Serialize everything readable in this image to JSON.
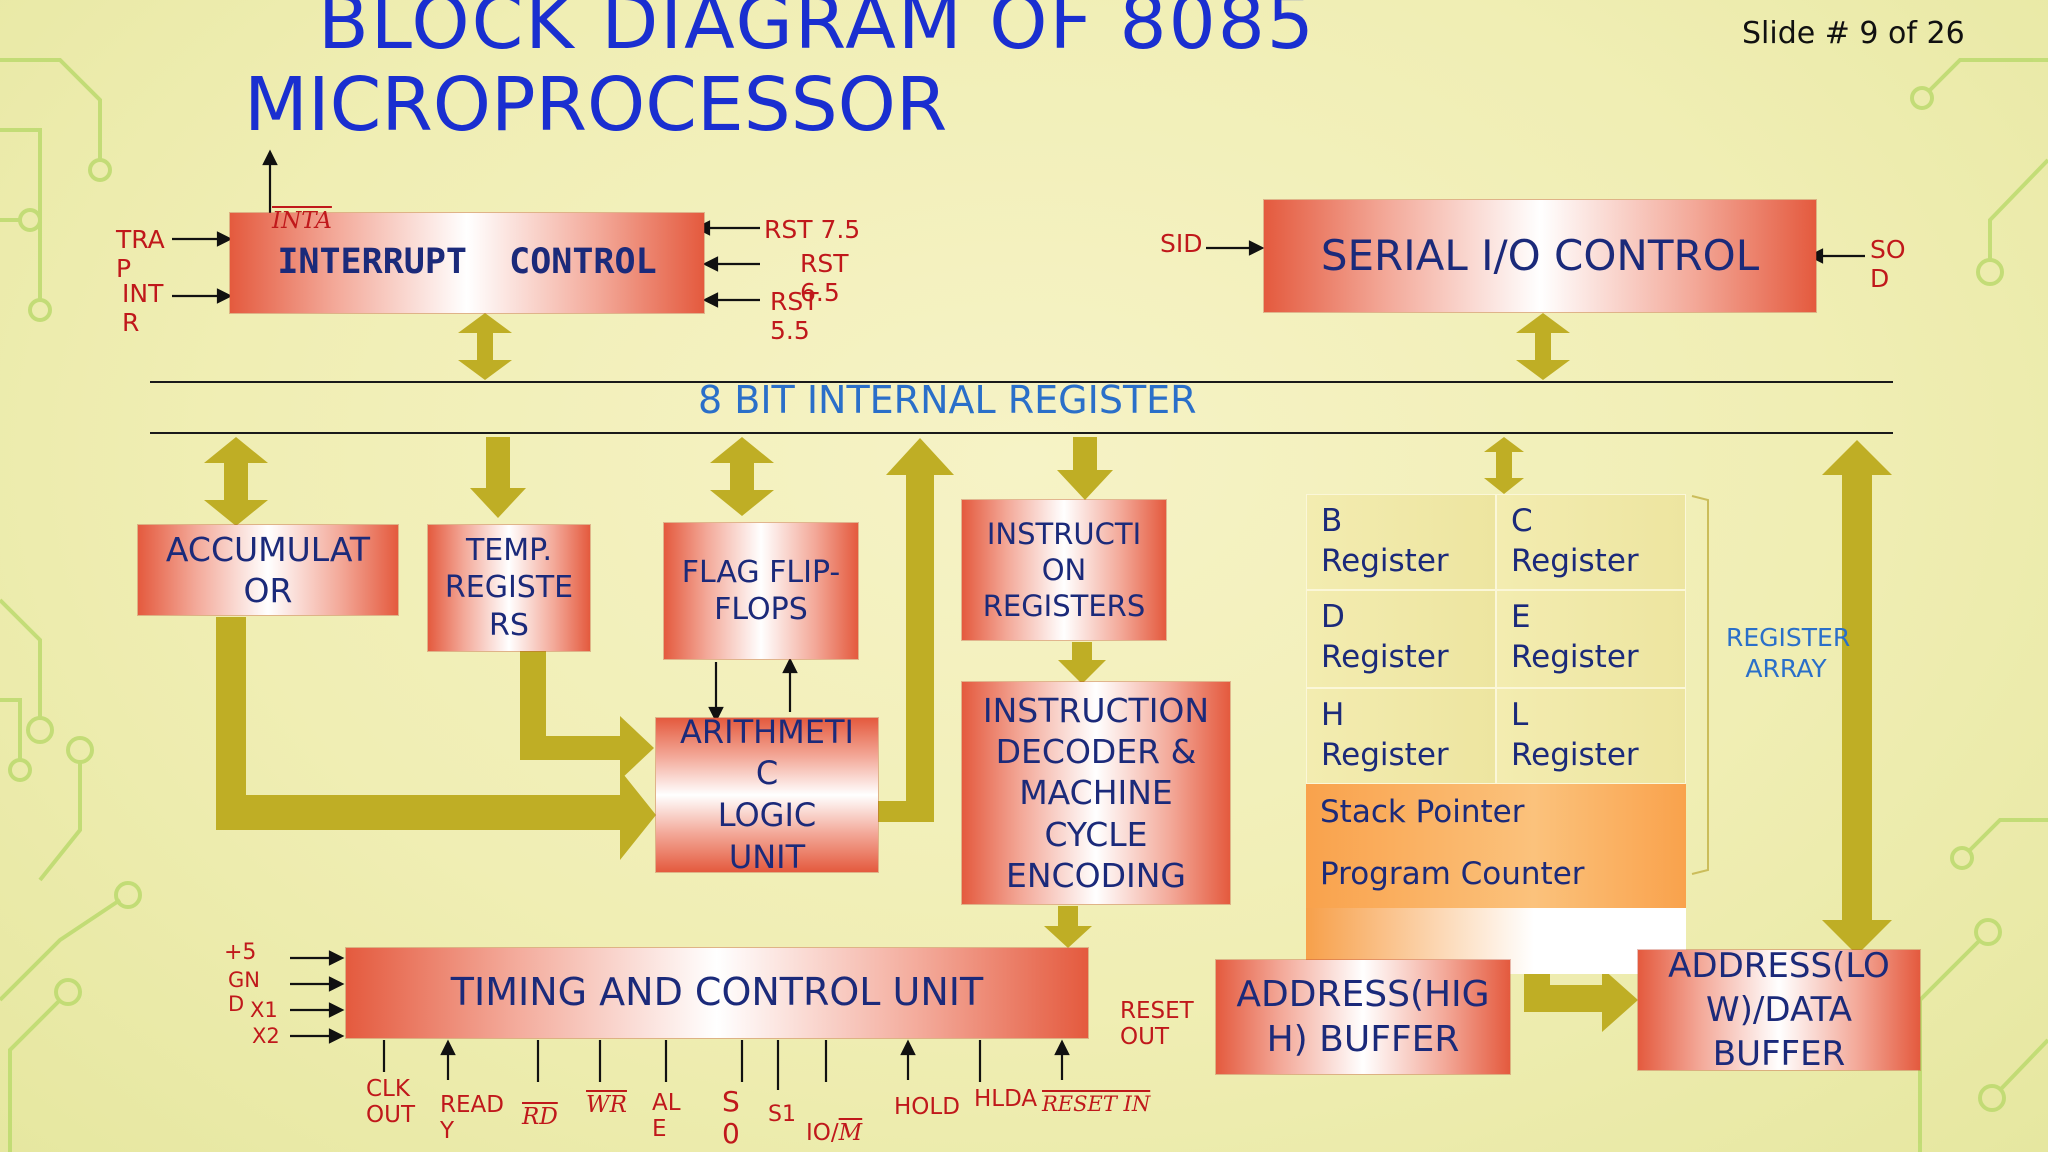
{
  "slide": {
    "title_line1": "BLOCK DIAGRAM OF 8085",
    "title_line2": "MICROPROCESSOR",
    "slide_number": "Slide # 9 of 26"
  },
  "blocks": {
    "interrupt_control": "INTERRUPT  CONTROL",
    "serial_io_control": "SERIAL I/O CONTROL",
    "bus_label": "8 BIT INTERNAL REGISTER",
    "accumulator": "ACCUMULAT\nOR",
    "temp_registers": "TEMP.\nREGISTE\nRS",
    "flag_flip_flops": "FLAG FLIP-\nFLOPS",
    "instruction_registers": "INSTRUCTI\nON\nREGISTERS",
    "alu": "ARITHMETI\nC\nLOGIC\nUNIT",
    "instruction_decoder": "INSTRUCTION\nDECODER &\nMACHINE\nCYCLE\nENCODING",
    "timing_control": "TIMING AND CONTROL UNIT",
    "address_high_buffer": "ADDRESS(HIG\nH) BUFFER",
    "address_low_buffer": "ADDRESS(LO\nW)/DATA\nBUFFER"
  },
  "register_array": {
    "cells": [
      "B\nRegister",
      "C\nRegister",
      "D\nRegister",
      "E\nRegister",
      "H\nRegister",
      "L\nRegister"
    ],
    "stack_pointer": "Stack Pointer",
    "program_counter": "Program Counter",
    "label": "REGISTER\nARRAY"
  },
  "signals": {
    "inta": "INTA",
    "trap": "TRA\nP",
    "intr": "INT\nR",
    "rst75": "RST 7.5",
    "rst65": "RST\n6.5",
    "rst55": "RST\n5.5",
    "sid": "SID",
    "sod": "SO\nD",
    "plus5": "+5",
    "gnd": "GN\nD",
    "x1": "X1",
    "x2": "X2",
    "reset_out": "RESET\nOUT",
    "clk_out": "CLK\nOUT",
    "ready": "READ\nY",
    "rd": "RD",
    "wr": "WR",
    "ale": "AL\nE",
    "s0": "S\n0",
    "s1": "S1",
    "io_m_prefix": "IO/",
    "io_m_bar": "M",
    "hold": "HOLD",
    "hlda": "HLDA",
    "reset_in": "RESET IN"
  },
  "colors": {
    "title": "#1a2fd0",
    "block_text": "#1b2a7a",
    "signal_text": "#c0181b",
    "arrow": "#bfae25",
    "bus_label": "#2a6fc9"
  }
}
